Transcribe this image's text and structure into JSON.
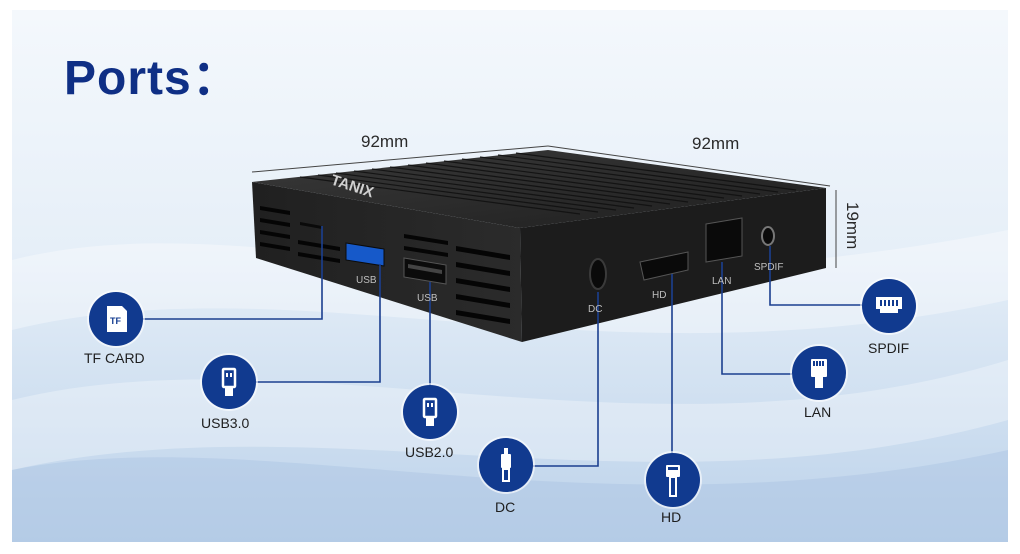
{
  "title": "Ports：",
  "dimensions": {
    "width_left": "92mm",
    "width_right": "92mm",
    "height": "19mm"
  },
  "device": {
    "brand": "TANIX",
    "port_marks": {
      "usb_a": "USB",
      "usb_b": "USB",
      "dc": "DC",
      "hd": "HD",
      "lan": "LAN",
      "spdif": "SPDIF"
    }
  },
  "ports": [
    {
      "id": "tf",
      "label": "TF CARD",
      "icon": "tf-card-icon",
      "icon_text": "TF"
    },
    {
      "id": "usb3",
      "label": "USB3.0",
      "icon": "usb-icon"
    },
    {
      "id": "usb2",
      "label": "USB2.0",
      "icon": "usb-icon"
    },
    {
      "id": "dc",
      "label": "DC",
      "icon": "dc-plug-icon"
    },
    {
      "id": "hd",
      "label": "HD",
      "icon": "hdmi-icon"
    },
    {
      "id": "lan",
      "label": "LAN",
      "icon": "ethernet-icon"
    },
    {
      "id": "spdif",
      "label": "SPDIF",
      "icon": "spdif-icon"
    }
  ],
  "colors": {
    "accent": "#113a8f",
    "title": "#0f2f85",
    "device": "#262626"
  }
}
